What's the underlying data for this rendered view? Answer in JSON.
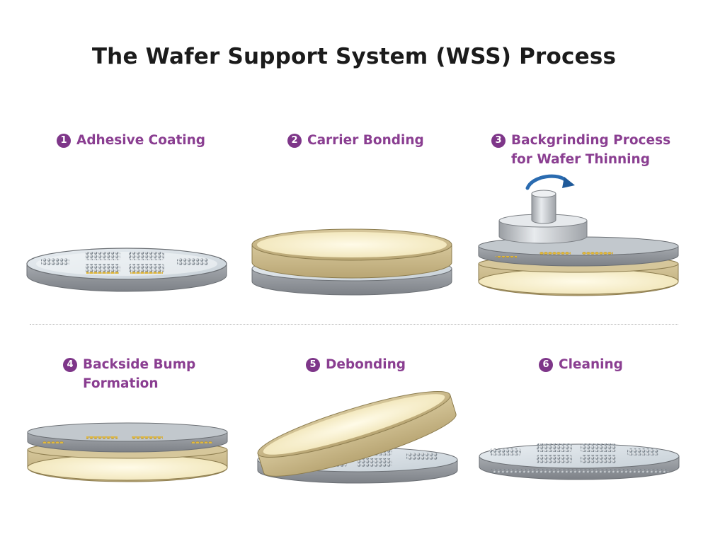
{
  "title": "The Wafer Support System (WSS) Process",
  "colors": {
    "accent": "#8a3e91",
    "badge": "#7e3689",
    "wafer_gray": "#8e9297",
    "carrier_tan": "#c9b98c",
    "carrier_inner": "#f7efcb",
    "bump_gold": "#e2b93b",
    "arrow_blue": "#2a6bb0"
  },
  "steps": [
    {
      "number": "1",
      "lines": [
        "Adhesive Coating"
      ]
    },
    {
      "number": "2",
      "lines": [
        "Carrier Bonding"
      ]
    },
    {
      "number": "3",
      "lines": [
        "Backgrinding Process",
        "for Wafer Thinning"
      ]
    },
    {
      "number": "4",
      "lines": [
        "Backside Bump",
        "Formation"
      ]
    },
    {
      "number": "5",
      "lines": [
        "Debonding"
      ]
    },
    {
      "number": "6",
      "lines": [
        "Cleaning"
      ]
    }
  ]
}
